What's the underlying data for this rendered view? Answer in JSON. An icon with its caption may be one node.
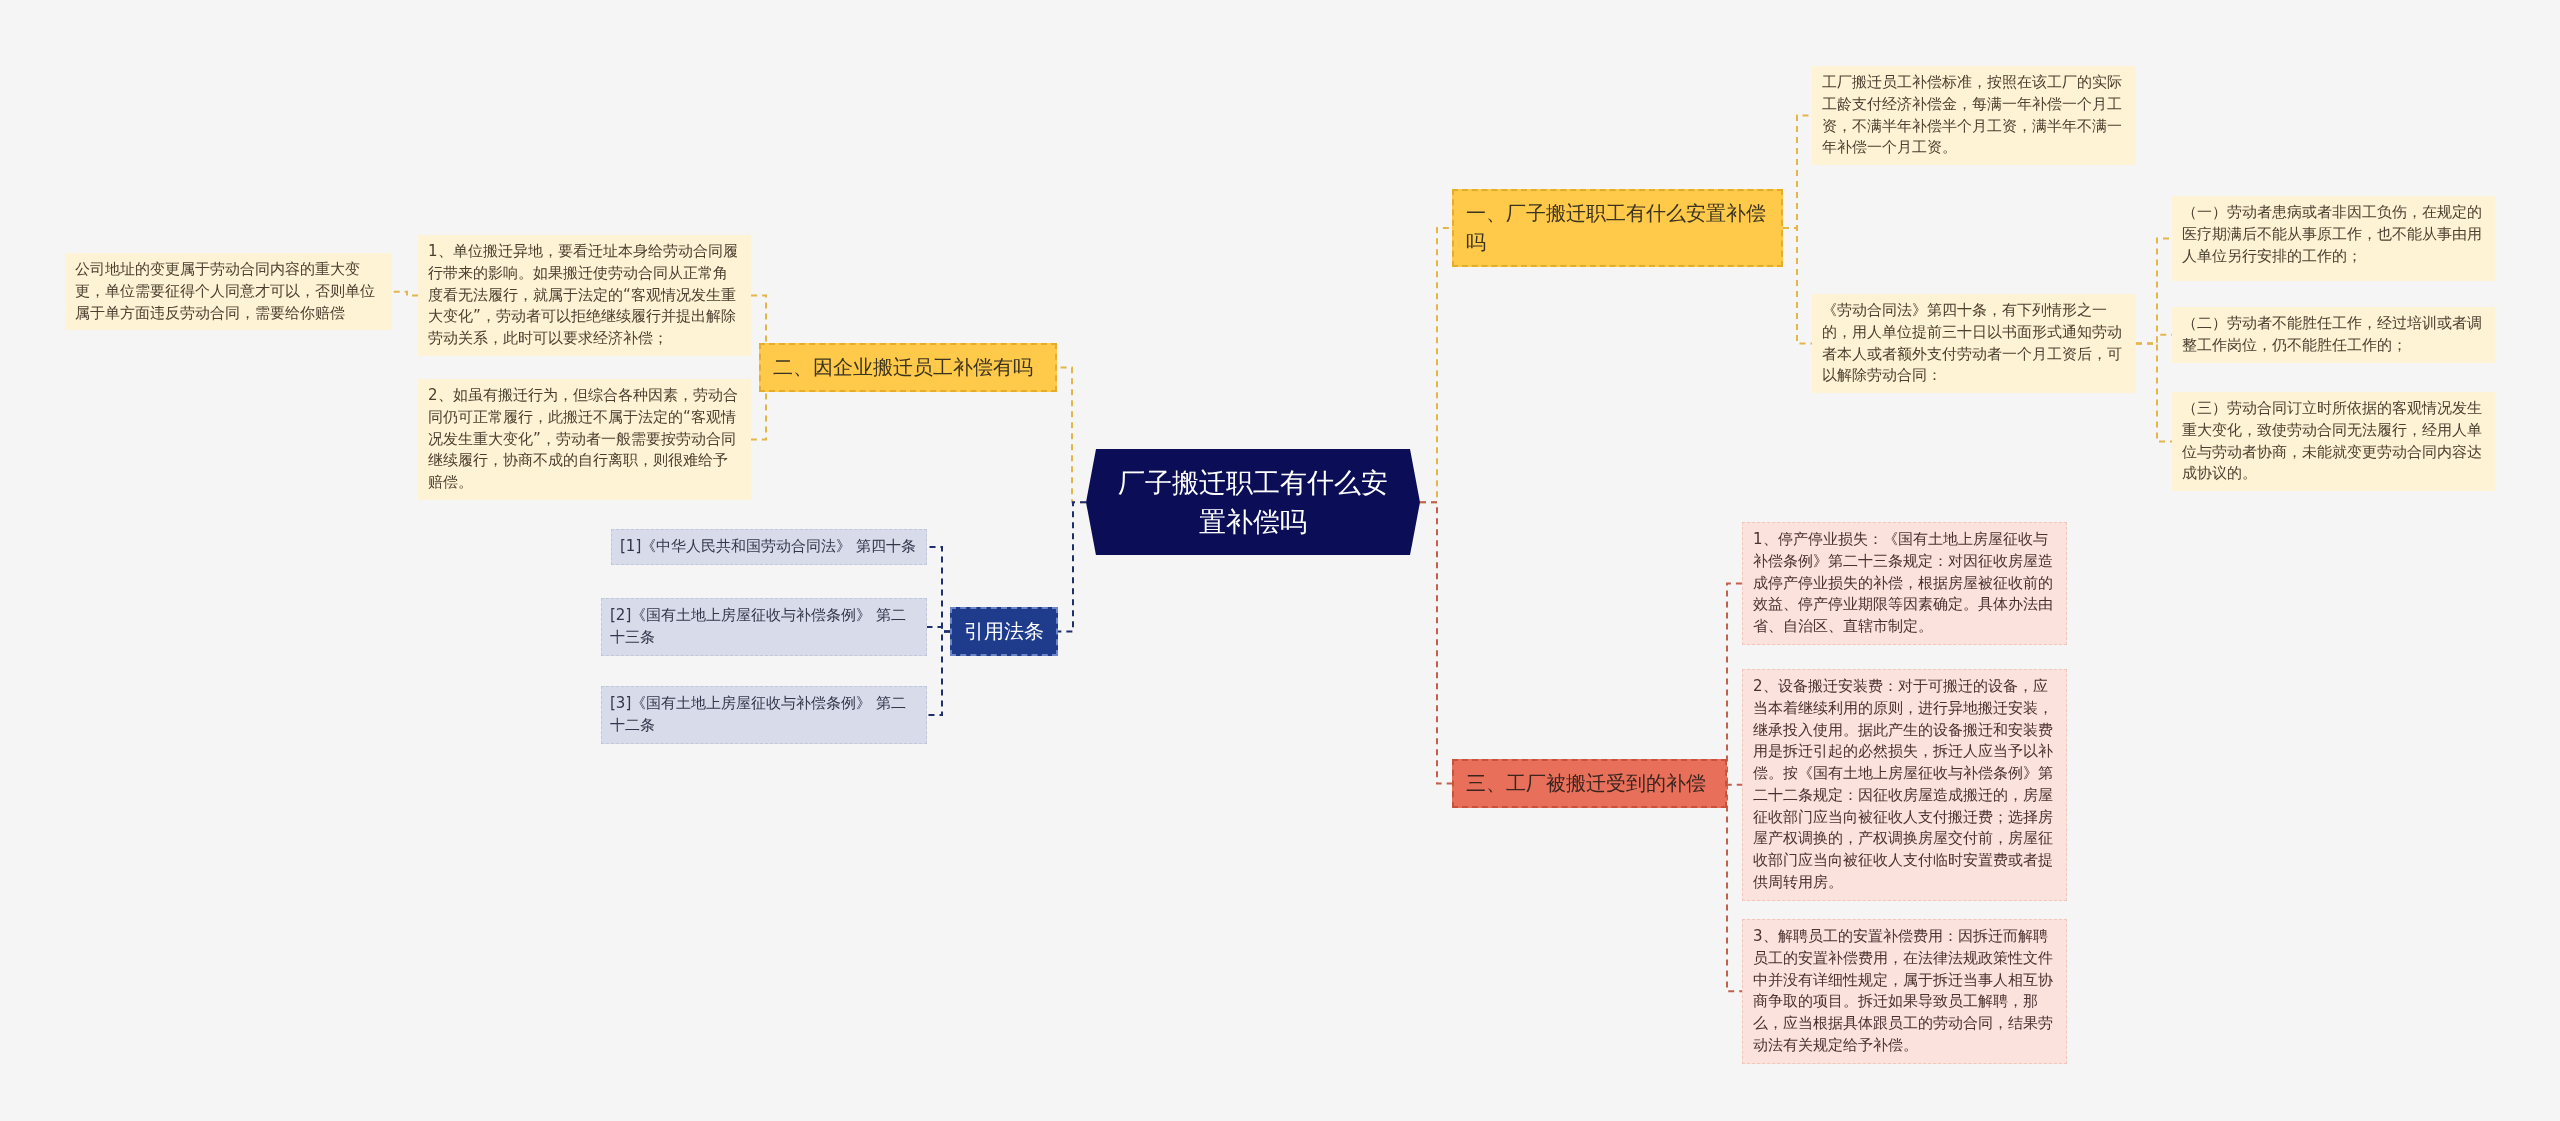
{
  "diagram": {
    "nodes": [
      {
        "text": [
          "厂子搬迁职工有什么安置补偿吗"
        ]
      },
      {
        "text": [
          "一、厂子搬迁职工有什么安置补偿吗"
        ]
      },
      {
        "text": [
          "工厂搬迁员工补偿标准，按照在该工厂的实际工龄支付经济补偿金，每满一年补偿一个月工资，不满半年补偿半个月工资，满半年不满一年补偿一个月工资。"
        ]
      },
      {
        "text": [
          "《劳动合同法》第四十条，有下列情形之一的，用人单位提前三十日以书面形式通知劳动者本人或者额外支付劳动者一个月工资后，可以解除劳动合同："
        ]
      },
      {
        "text": [
          "（一）劳动者患病或者非因工负伤，在规定的医疗期满后不能从事原工作，也不能从事由用人单位另行安排的工作的；"
        ]
      },
      {
        "text": [
          "（二）劳动者不能胜任工作，经过培训或者调整工作岗位，仍不能胜任工作的；"
        ]
      },
      {
        "text": [
          "（三）劳动合同订立时所依据的客观情况发生重大变化，致使劳动合同无法履行，经用人单位与劳动者协商，未能就变更劳动合同内容达成协议的。"
        ]
      },
      {
        "text": [
          "二、因企业搬迁员工补偿有吗"
        ]
      },
      {
        "text": [
          "1、单位搬迁异地，要看迁址本身给劳动合同履行带来的影响。如果搬迁使劳动合同从正常角度看无法履行，就属于法定的“客观情况发生重大变化”，劳动者可以拒绝继续履行并提出解除劳动关系，此时可以要求经济补偿；"
        ]
      },
      {
        "text": [
          "公司地址的变更属于劳动合同内容的重大变更，单位需要征得个人同意才可以，否则单位属于单方面违反劳动合同，需要给你赔偿"
        ]
      },
      {
        "text": [
          "2、如虽有搬迁行为，但综合各种因素，劳动合同仍可正常履行，此搬迁不属于法定的“客观情况发生重大变化”，劳动者一般需要按劳动合同继续履行，协商不成的自行离职，则很难给予赔偿。"
        ]
      },
      {
        "text": [
          "引用法条"
        ]
      },
      {
        "text": [
          "[1]《中华人民共和国劳动合同法》 第四十条"
        ]
      },
      {
        "text": [
          "[2]《国有土地上房屋征收与补偿条例》 第二十三条"
        ]
      },
      {
        "text": [
          "[3]《国有土地上房屋征收与补偿条例》 第二十二条"
        ]
      },
      {
        "text": [
          "三、工厂被搬迁受到的补偿"
        ]
      },
      {
        "text": [
          "1、停产停业损失：《国有土地上房屋征收与补偿条例》第二十三条规定：对因征收房屋造成停产停业损失的补偿，根据房屋被征收前的效益、停产停业期限等因素确定。具体办法由省、自治区、直辖市制定。"
        ]
      },
      {
        "text": [
          "2、设备搬迁安装费：对于可搬迁的设备，应当本着继续利用的原则，进行异地搬迁安装，继承投入使用。据此产生的设备搬迁和安装费用是拆迁引起的必然损失，拆迁人应当予以补偿。按《国有土地上房屋征收与补偿条例》第二十二条规定：因征收房屋造成搬迁的，房屋征收部门应当向被征收人支付搬迁费；选择房屋产权调换的，产权调换房屋交付前，房屋征收部门应当向被征收人支付临时安置费或者提供周转用房。"
        ]
      },
      {
        "text": [
          "3、解聘员工的安置补偿费用：因拆迁而解聘员工的安置补偿费用，在法律法规政策性文件中并没有详细性规定，属于拆迁当事人相互协商争取的项目。拆迁如果导致员工解聘，那么，应当根据具体跟员工的劳动合同，结果劳动法有关规定给予补偿。"
        ]
      }
    ],
    "edges": [
      {
        "from": 0,
        "to": 1,
        "arrow": "none"
      },
      {
        "from": 1,
        "to": 2,
        "arrow": "none"
      },
      {
        "from": 1,
        "to": 3,
        "arrow": "none"
      },
      {
        "from": 3,
        "to": 4,
        "arrow": "none"
      },
      {
        "from": 3,
        "to": 5,
        "arrow": "none"
      },
      {
        "from": 3,
        "to": 6,
        "arrow": "none"
      },
      {
        "from": 0,
        "to": 7,
        "arrow": "none"
      },
      {
        "from": 7,
        "to": 8,
        "arrow": "none"
      },
      {
        "from": 8,
        "to": 9,
        "arrow": "none"
      },
      {
        "from": 7,
        "to": 10,
        "arrow": "none"
      },
      {
        "from": 0,
        "to": 11,
        "arrow": "none",
        "color": "#1f2f6e"
      },
      {
        "from": 11,
        "to": 12,
        "arrow": "none",
        "color": "#1f2f6e"
      },
      {
        "from": 11,
        "to": 13,
        "arrow": "none",
        "color": "#1f2f6e"
      },
      {
        "from": 11,
        "to": 14,
        "arrow": "none",
        "color": "#1f2f6e"
      },
      {
        "from": 0,
        "to": 15,
        "arrow": "none",
        "color": "#c0604f"
      },
      {
        "from": 15,
        "to": 16,
        "arrow": "none",
        "color": "#c0604f"
      },
      {
        "from": 15,
        "to": 17,
        "arrow": "none",
        "color": "#c0604f"
      },
      {
        "from": 15,
        "to": 18,
        "arrow": "none",
        "color": "#c0604f"
      }
    ]
  }
}
